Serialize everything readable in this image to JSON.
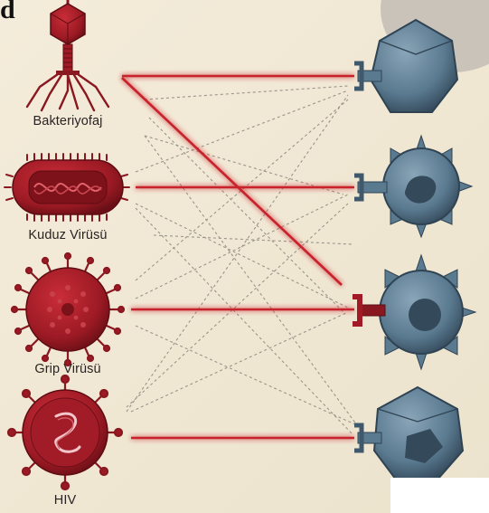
{
  "panel_label": "d",
  "viruses": [
    {
      "id": "bacteriophage",
      "label": "Bakteriyofaj",
      "icon": "bacteriophage-icon"
    },
    {
      "id": "rabies",
      "label": "Kuduz Virüsü",
      "icon": "rabies-virus-icon"
    },
    {
      "id": "flu",
      "label": "Grip Virüsü",
      "icon": "flu-virus-icon"
    },
    {
      "id": "hiv",
      "label": "HIV",
      "icon": "hiv-virus-icon"
    }
  ],
  "host_cells": [
    {
      "id": "polyhedral-cell-top",
      "icon": "polyhedral-cell-icon"
    },
    {
      "id": "spiky-cell-a",
      "icon": "spiky-cell-icon"
    },
    {
      "id": "spiky-cell-b",
      "icon": "spiky-cell-icon"
    },
    {
      "id": "polyhedral-cell-bottom",
      "icon": "polyhedral-cell-icon"
    }
  ],
  "colors": {
    "virus_red": "#a01b26",
    "virus_dark": "#6b0f16",
    "cell_blue": "#5d7c92",
    "cell_dark": "#2f4353",
    "link_red": "#c8202c",
    "dotted_gray": "#9a948a",
    "background": "#efe7d4"
  }
}
